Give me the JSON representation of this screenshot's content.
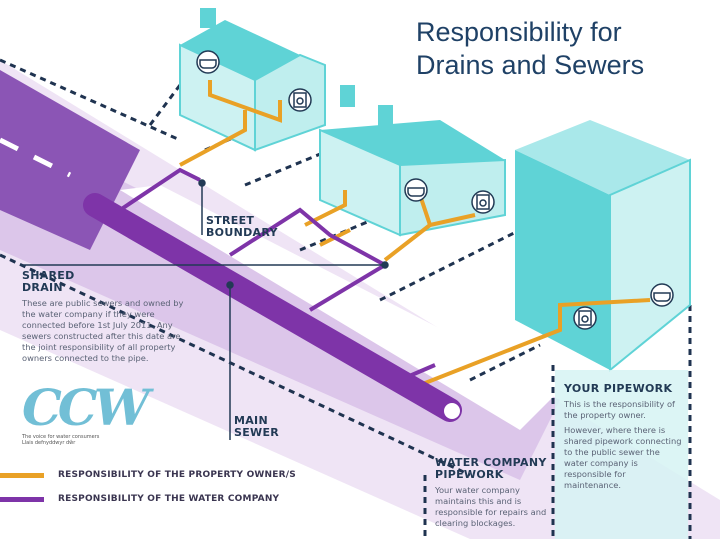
{
  "title": {
    "line1": "Responsibility for",
    "line2": "Drains and Sewers"
  },
  "labels": {
    "street_boundary": {
      "line1": "STREET",
      "line2": "BOUNDARY"
    },
    "main_sewer": {
      "line1": "MAIN",
      "line2": "SEWER"
    }
  },
  "shared_drain": {
    "heading_line1": "SHARED",
    "heading_line2": "DRAIN",
    "body": "These are public sewers and owned by the water company if they were connected before 1st July 2011. Any sewers constructed after this date are the joint responsibility of all property owners connected to the pipe."
  },
  "water_company_pipework": {
    "heading_line1": "WATER COMPANY",
    "heading_line2": "PIPEWORK",
    "body": "Your water company maintains this and is responsible for repairs and clearing blockages."
  },
  "your_pipework": {
    "heading": "YOUR PIPEWORK",
    "body1": "This is the responsibility of the property owner.",
    "body2": "However, where there is shared pipework connecting to the public sewer the water company is responsible for maintenance."
  },
  "logo": {
    "mark": "CCW",
    "tagline1": "The voice for water consumers",
    "tagline2": "Llais defnyddwyr dŵr"
  },
  "legend": [
    {
      "label": "RESPONSIBILITY OF THE PROPERTY OWNER/S",
      "color": "#e9a126"
    },
    {
      "label": "RESPONSIBILITY OF THE WATER COMPANY",
      "color": "#7e34a8"
    }
  ],
  "colors": {
    "teal": "#5fd3d6",
    "teal_light": "#cdf2f2",
    "purple": "#7e34a8",
    "lilac": "#dcc6ea",
    "lilac_light": "#efe4f5",
    "orange": "#e9a126",
    "navy": "#1f4166"
  }
}
